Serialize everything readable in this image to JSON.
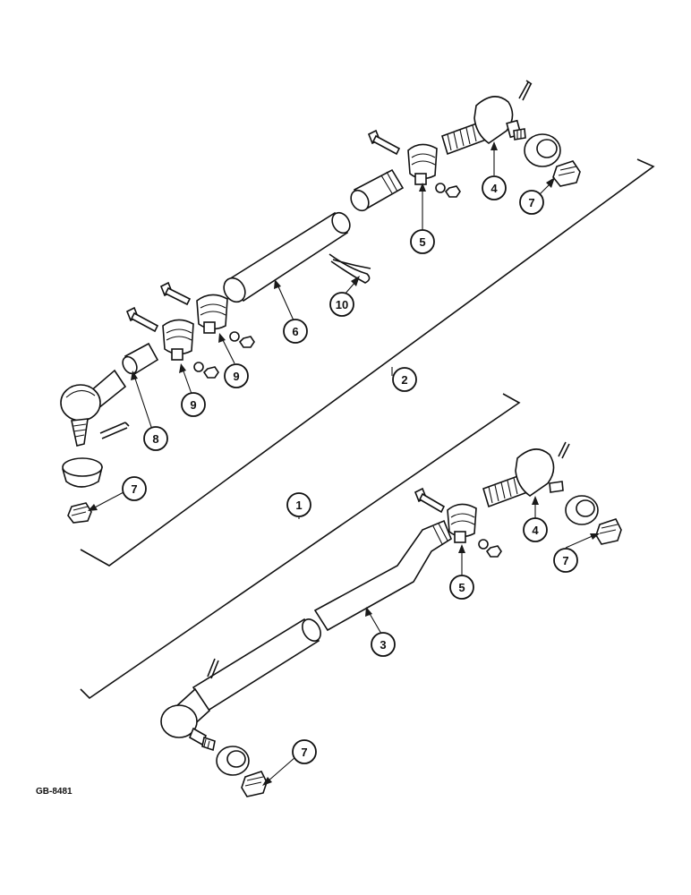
{
  "drawing_ref": "GB-8481",
  "callouts": [
    {
      "id": "c4a",
      "label": "4"
    },
    {
      "id": "c7a",
      "label": "7"
    },
    {
      "id": "c5a",
      "label": "5"
    },
    {
      "id": "c10",
      "label": "10"
    },
    {
      "id": "c6",
      "label": "6"
    },
    {
      "id": "c9a",
      "label": "9"
    },
    {
      "id": "c9b",
      "label": "9"
    },
    {
      "id": "c2",
      "label": "2"
    },
    {
      "id": "c8",
      "label": "8"
    },
    {
      "id": "c7b",
      "label": "7"
    },
    {
      "id": "c1",
      "label": "1"
    },
    {
      "id": "c4b",
      "label": "4"
    },
    {
      "id": "c7c",
      "label": "7"
    },
    {
      "id": "c5b",
      "label": "5"
    },
    {
      "id": "c3",
      "label": "3"
    },
    {
      "id": "c7d",
      "label": "7"
    }
  ]
}
